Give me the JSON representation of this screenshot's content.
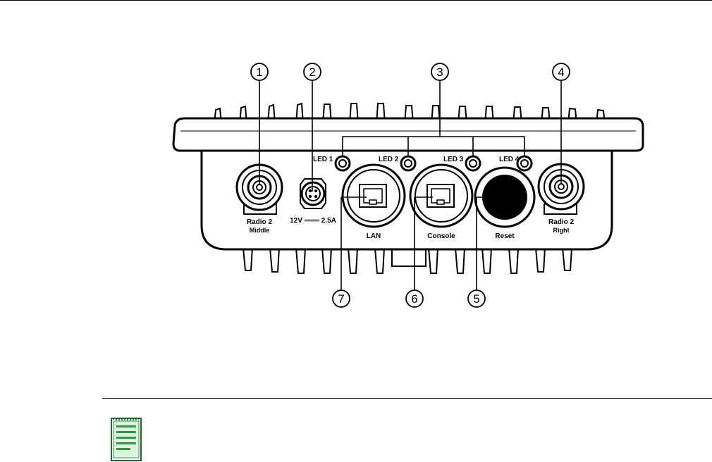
{
  "callouts": [
    "1",
    "2",
    "3",
    "4",
    "5",
    "6",
    "7"
  ],
  "labels": {
    "radio_middle_line1": "Radio 2",
    "radio_middle_line2": "Middle",
    "power": "12V ═══ 2.5A",
    "led1": "LED 1",
    "led2": "LED 2",
    "led3": "LED 3",
    "led4": "LED 4",
    "lan": "LAN",
    "console": "Console",
    "reset": "Reset",
    "radio_right_line1": "Radio 2",
    "radio_right_line2": "Right"
  },
  "icons": {
    "note": "note-icon"
  },
  "colors": {
    "note_green": "#2e9a44",
    "ink": "#000000"
  }
}
